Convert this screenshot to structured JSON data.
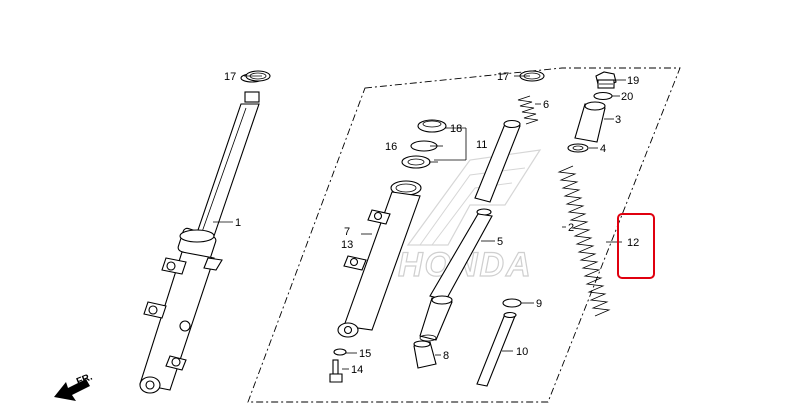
{
  "diagram": {
    "watermark": "HONDA",
    "direction_label": "FR.",
    "highlight_color": "#e0000f",
    "highlighted_part": "12",
    "callouts": {
      "c1": "1",
      "c2": "2",
      "c3": "3",
      "c4": "4",
      "c5": "5",
      "c6": "6",
      "c7": "7",
      "c8": "8",
      "c9": "9",
      "c10": "10",
      "c11": "11",
      "c12": "12",
      "c13": "13",
      "c14": "14",
      "c15": "15",
      "c16": "16",
      "c17a": "17",
      "c17b": "17",
      "c18": "18",
      "c19": "19",
      "c20": "20"
    }
  }
}
